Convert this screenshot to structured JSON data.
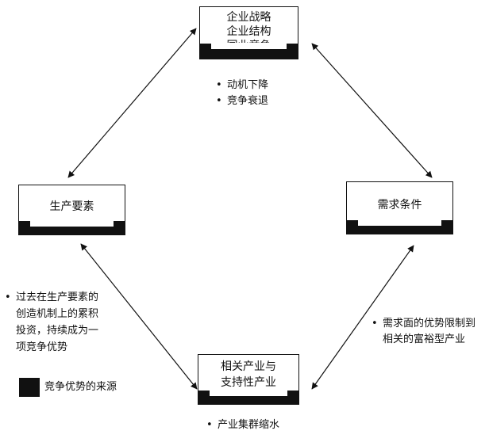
{
  "nodes": {
    "strategy": {
      "lines": [
        "企业战略",
        "企业结构",
        "同业竞争"
      ]
    },
    "factors": {
      "lines": [
        "生产要素"
      ]
    },
    "demand": {
      "lines": [
        "需求条件"
      ]
    },
    "related": {
      "lines": [
        "相关产业与",
        "支持性产业"
      ]
    }
  },
  "notes": {
    "strategy": [
      "动机下降",
      "竞争衰退"
    ],
    "factors": [
      "过去在生产要素的",
      "创造机制上的累积",
      "投资，持续成为一",
      "项竞争优势"
    ],
    "demand": [
      "需求面的优势限制到",
      "相关的富裕型产业"
    ],
    "related": [
      "产业集群缩水"
    ]
  },
  "legend": {
    "label": "竞争优势的来源",
    "color": "#111111"
  },
  "bullet_symbol": "•"
}
